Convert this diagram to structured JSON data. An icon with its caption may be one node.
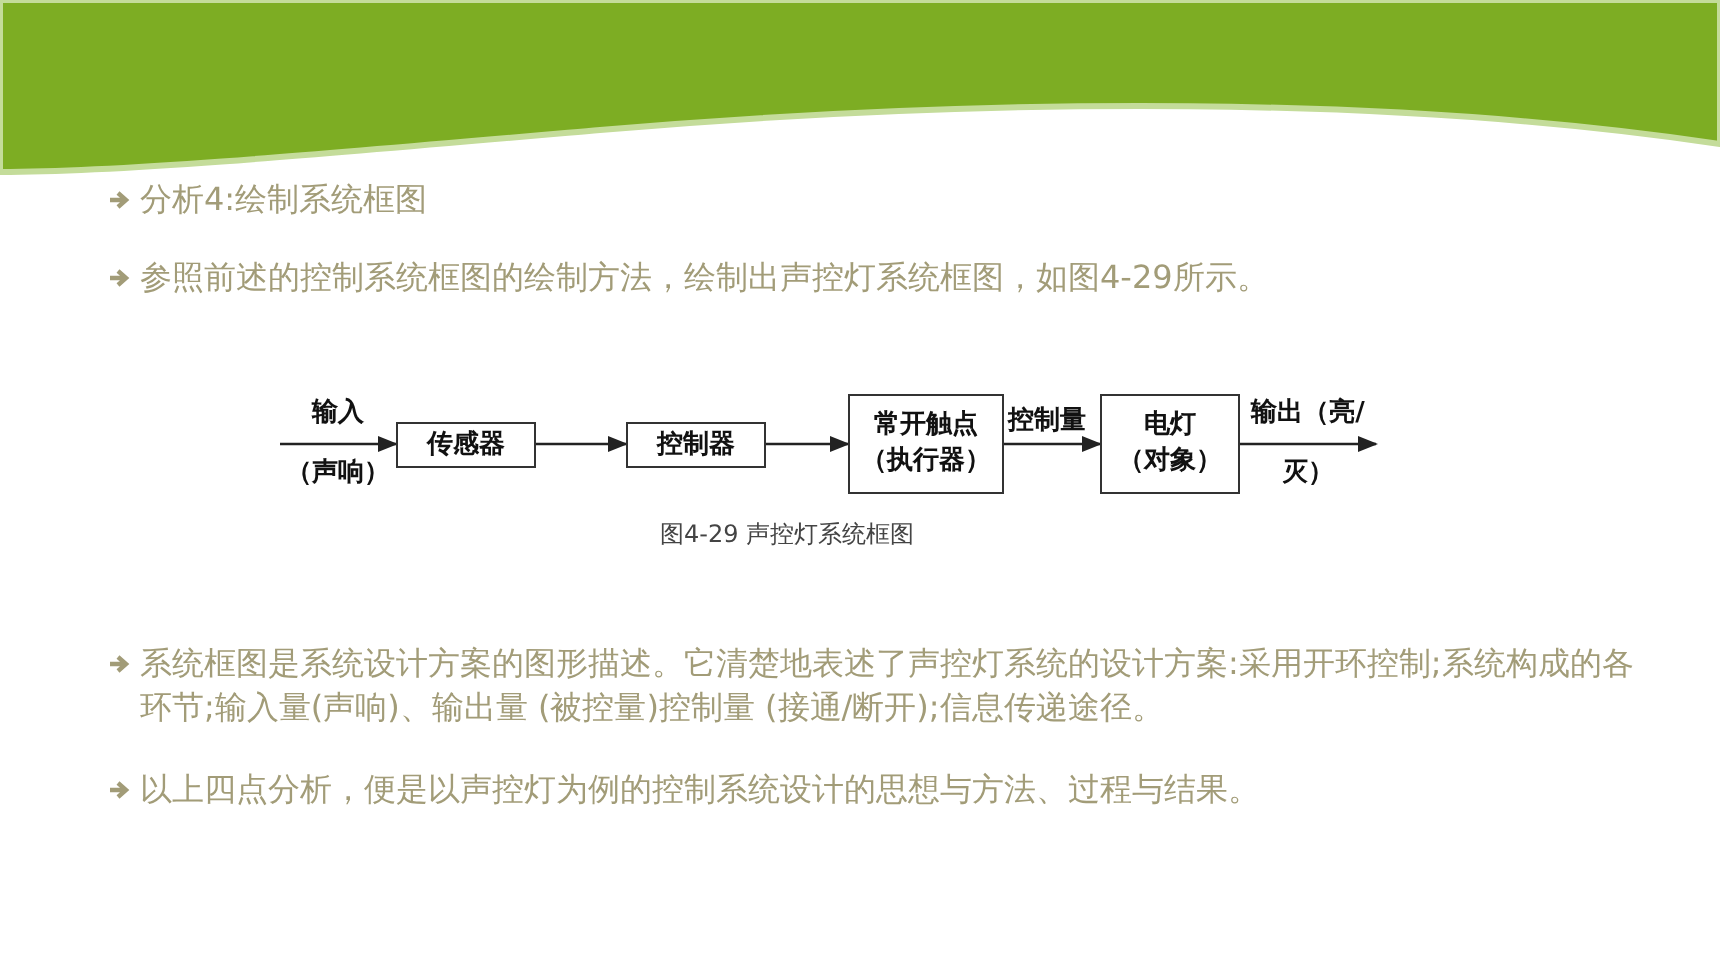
{
  "diagram": {
    "caption": "图4-29 声控灯系统框图",
    "nodes": [
      {
        "text": [
          "传感器"
        ]
      },
      {
        "text": [
          "控制器"
        ]
      },
      {
        "text": [
          "常开触点（执行器）"
        ]
      },
      {
        "text": [
          "电灯（对象）"
        ]
      }
    ],
    "edges": [
      {
        "from": null,
        "to": 0,
        "arrow": "to",
        "label": "输入（声响）"
      },
      {
        "from": 0,
        "to": 1,
        "arrow": "to"
      },
      {
        "from": 1,
        "to": 2,
        "arrow": "to"
      },
      {
        "from": 2,
        "to": 3,
        "arrow": "to",
        "label": "控制量"
      },
      {
        "from": 3,
        "to": null,
        "arrow": "to",
        "label": "输出（亮/灭）"
      }
    ],
    "labels": [
      "分析4:绘制系统框图",
      "参照前述的控制系统框图的绘制方法，绘制出声控灯系统框图，如图4-29所示。",
      "系统框图是系统设计方案的图形描述。它清楚地表述了声控灯系统的设计方案:采用开环控制;系统构成的各环节;输入量(声响)、输出量 (被控量)控制量 (接通/断开);信息传递途径。",
      "以上四点分析，便是以声控灯为例的控制系统设计的思想与方法、过程与结果。"
    ]
  }
}
